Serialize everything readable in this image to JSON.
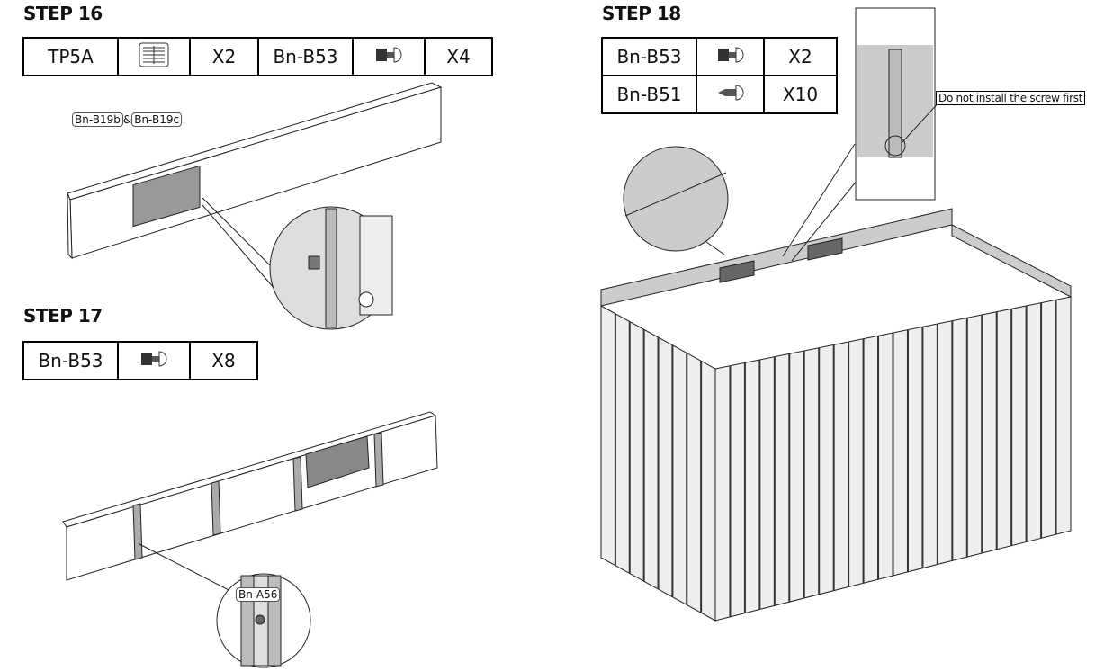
{
  "step16": {
    "title": "STEP 16",
    "parts": [
      {
        "code": "TP5A",
        "icon": "vent-icon",
        "qty": "X2"
      },
      {
        "code": "Bn-B53",
        "icon": "bolt-nut-icon",
        "qty": "X4"
      }
    ],
    "labels": {
      "left": "Bn-B19b",
      "amp": "&",
      "right": "Bn-B19c"
    }
  },
  "step17": {
    "title": "STEP 17",
    "parts": [
      {
        "code": "Bn-B53",
        "icon": "bolt-nut-icon",
        "qty": "X8"
      }
    ],
    "label": "Bn-A56"
  },
  "step18": {
    "title": "STEP 18",
    "parts": [
      {
        "code": "Bn-B53",
        "icon": "bolt-nut-icon",
        "qty": "X2"
      },
      {
        "code": "Bn-B51",
        "icon": "self-tapping-screw-icon",
        "qty": "X10"
      }
    ],
    "note": "Do not install the screw first"
  }
}
